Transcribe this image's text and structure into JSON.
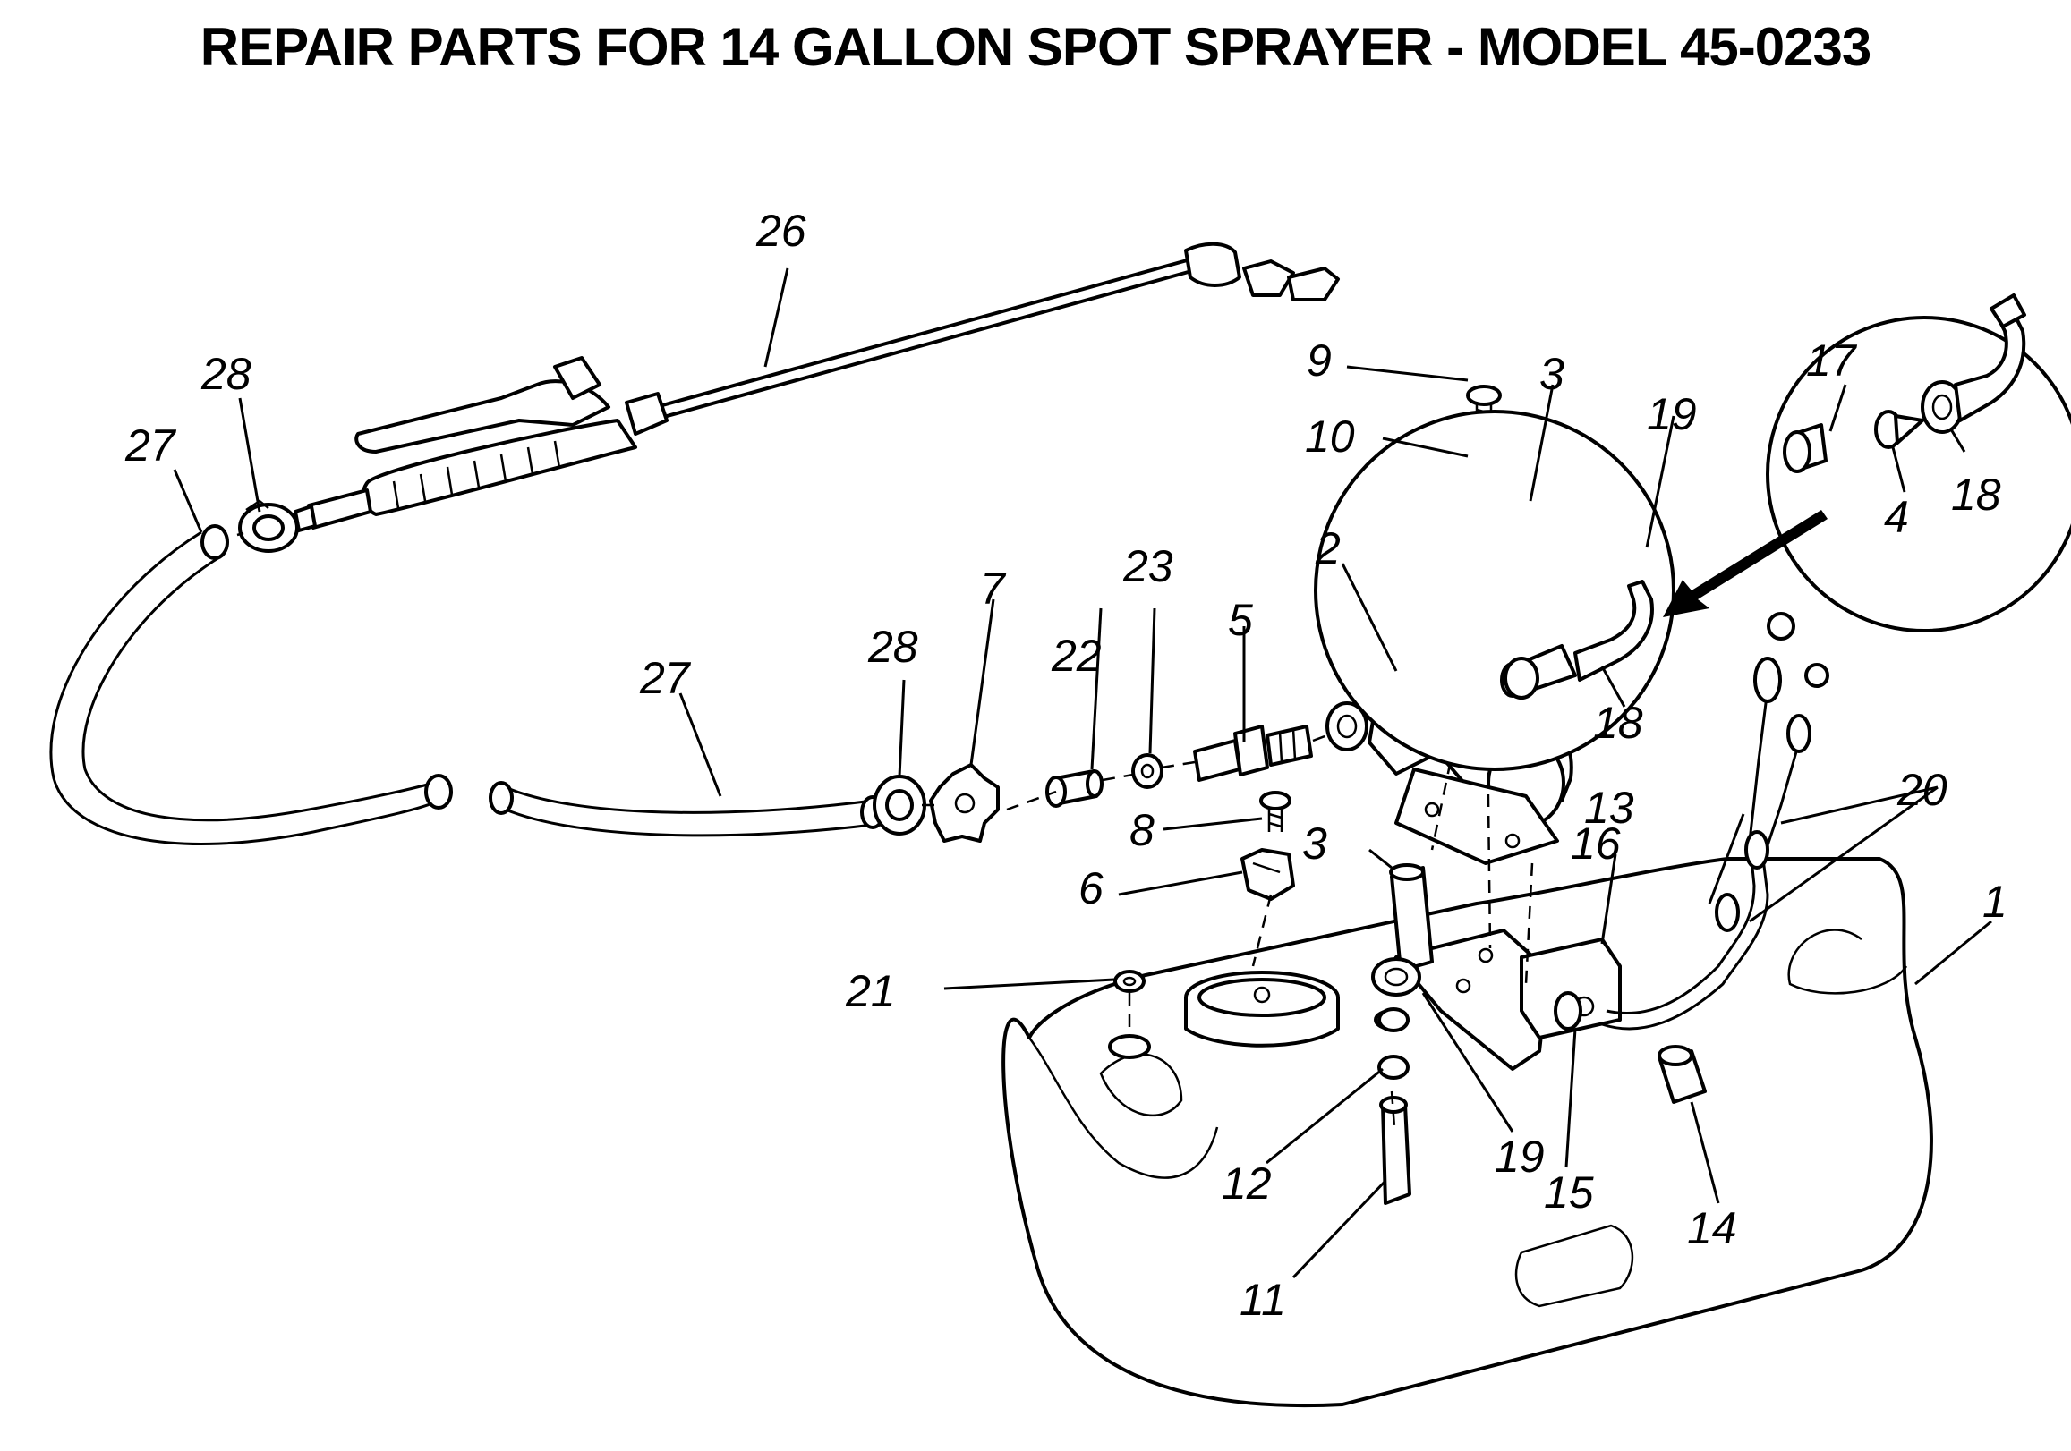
{
  "title": "REPAIR PARTS FOR 14 GALLON SPOT SPRAYER - MODEL 45-0233",
  "callouts": {
    "c1": "1",
    "c2": "2",
    "c3a": "3",
    "c3b": "3",
    "c4": "4",
    "c5": "5",
    "c6": "6",
    "c7": "7",
    "c8": "8",
    "c9": "9",
    "c10": "10",
    "c11": "11",
    "c12": "12",
    "c13": "13",
    "c14": "14",
    "c15": "15",
    "c16": "16",
    "c17": "17",
    "c18a": "18",
    "c18b": "18",
    "c19a": "19",
    "c19b": "19",
    "c20": "20",
    "c21": "21",
    "c22": "22",
    "c23": "23",
    "c26": "26",
    "c27a": "27",
    "c27b": "27",
    "c28a": "28",
    "c28b": "28"
  }
}
